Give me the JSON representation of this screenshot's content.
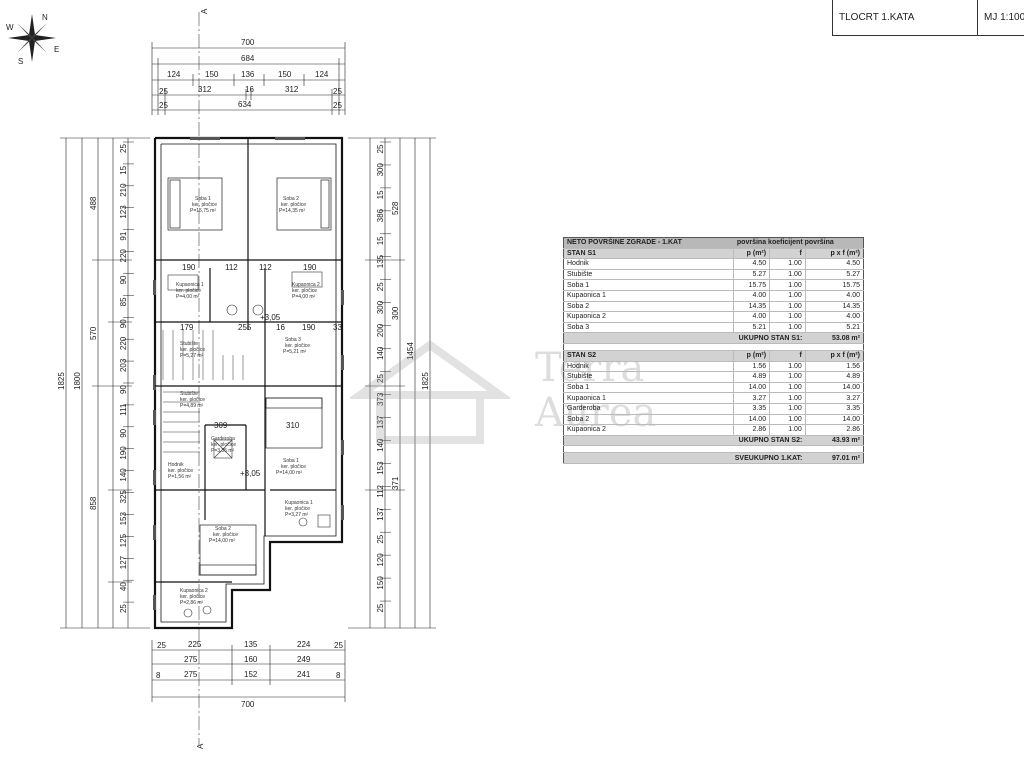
{
  "title_block": {
    "sheet": "TLOCRT 1.KATA",
    "scale": "MJ 1:100"
  },
  "section_marker": "A",
  "compass": {
    "north": "N",
    "south": "S",
    "east": "E",
    "west": "W"
  },
  "top_dims": {
    "row1": "700",
    "row2": "684",
    "row3": [
      "124",
      "150",
      "136",
      "150",
      "124"
    ],
    "row4": [
      "312",
      "16",
      "312"
    ],
    "row5": "634",
    "row4_ends": [
      "25",
      "25"
    ],
    "row5_ends": [
      "25",
      "25"
    ]
  },
  "bottom_dims": {
    "row1": [
      "225",
      "135",
      "224"
    ],
    "row1_ends": [
      "25",
      "25"
    ],
    "row2": [
      "275",
      "160",
      "249"
    ],
    "row3": [
      "275",
      "152",
      "241"
    ],
    "row3_ends": [
      "8",
      "8"
    ],
    "row4": "700"
  },
  "left_dims": {
    "outer": "1825",
    "second": "1800",
    "third": [
      "488",
      "570",
      "858"
    ],
    "inner": [
      "25",
      "15",
      "210",
      "123",
      "91",
      "220",
      "90",
      "85",
      "90",
      "220",
      "203",
      "90",
      "111",
      "90",
      "190",
      "140",
      "325",
      "153",
      "125",
      "127",
      "40",
      "25"
    ]
  },
  "right_dims": {
    "outer": "1825",
    "second": "1454",
    "third": [
      "528",
      "300",
      "371"
    ],
    "inner": [
      "25",
      "300",
      "15",
      "386",
      "15",
      "135",
      "25",
      "300",
      "200",
      "140",
      "25",
      "373",
      "137",
      "140",
      "153",
      "112",
      "137",
      "25",
      "120",
      "150",
      "25"
    ]
  },
  "rooms": {
    "soba1_s1": {
      "name": "Soba 1",
      "floor": "ker. pločice",
      "area": "P=15,75 m²"
    },
    "soba2_s1": {
      "name": "Soba 2",
      "floor": "ker. pločice",
      "area": "P=14,35 m²"
    },
    "kup1_s1": {
      "name": "Kupaonica 1",
      "floor": "ker. pločice",
      "area": "P=4,00 m²"
    },
    "kup2_s1": {
      "name": "Kupaonica 2",
      "floor": "ker. pločice",
      "area": "P=4,00 m²"
    },
    "stub_s1": {
      "name": "Stubište",
      "floor": "ker. pločice",
      "area": "P=5,27 m²"
    },
    "soba3_s1": {
      "name": "Soba 3",
      "floor": "ker. pločice",
      "area": "P=5,21 m²"
    },
    "stub_s2": {
      "name": "Stubište",
      "floor": "ker. pločice",
      "area": "P=4,89 m²"
    },
    "gard_s2": {
      "name": "Garderoba",
      "floor": "ker. pločice",
      "area": "P=3,35 m²"
    },
    "hod_s2": {
      "name": "Hodnik",
      "floor": "ker. pločice",
      "area": "P=1,56 m²"
    },
    "soba1_s2": {
      "name": "Soba 1",
      "floor": "ker. pločice",
      "area": "P=14,00 m²"
    },
    "kup1_s2": {
      "name": "Kupaonica 1",
      "floor": "ker. pločice",
      "area": "P=3,27 m²"
    },
    "soba2_s2": {
      "name": "Soba 2",
      "floor": "ker. pločice",
      "area": "P=14,00 m²"
    },
    "kup2_s2": {
      "name": "Kupaonica 2",
      "floor": "ker. pločice",
      "area": "P=2,86 m²"
    }
  },
  "levels": {
    "top": "+3,05",
    "mid": "+3,05"
  },
  "inner_dims": [
    "190",
    "112",
    "112",
    "190",
    "179",
    "255",
    "16",
    "190",
    "33",
    "310",
    "309"
  ],
  "watermark": {
    "line1": "Terra",
    "line2": "Aurea"
  },
  "table": {
    "header": {
      "title": "NETO POVRŠINE ZGRADE - 1.KAT",
      "col1": "površina",
      "col2": "koeficijent",
      "col3": "površina"
    },
    "stan1": {
      "label": "STAN S1",
      "col_p": "p (m²)",
      "col_f": "f",
      "col_pf": "p x f (m²)",
      "rows": [
        {
          "name": "Hodnik",
          "p": "4.50",
          "f": "1.00",
          "pf": "4.50"
        },
        {
          "name": "Stubište",
          "p": "5.27",
          "f": "1.00",
          "pf": "5.27"
        },
        {
          "name": "Soba 1",
          "p": "15.75",
          "f": "1.00",
          "pf": "15.75"
        },
        {
          "name": "Kupaonica 1",
          "p": "4.00",
          "f": "1.00",
          "pf": "4.00"
        },
        {
          "name": "Soba 2",
          "p": "14.35",
          "f": "1.00",
          "pf": "14.35"
        },
        {
          "name": "Kupaonica 2",
          "p": "4.00",
          "f": "1.00",
          "pf": "4.00"
        },
        {
          "name": "Soba 3",
          "p": "5.21",
          "f": "1.00",
          "pf": "5.21"
        }
      ],
      "total_label": "UKUPNO STAN S1:",
      "total_value": "53.08 m²"
    },
    "stan2": {
      "label": "STAN S2",
      "col_p": "p (m²)",
      "col_f": "f",
      "col_pf": "p x f (m²)",
      "rows": [
        {
          "name": "Hodnik",
          "p": "1.56",
          "f": "1.00",
          "pf": "1.56"
        },
        {
          "name": "Stubište",
          "p": "4.89",
          "f": "1.00",
          "pf": "4.89"
        },
        {
          "name": "Soba 1",
          "p": "14.00",
          "f": "1.00",
          "pf": "14.00"
        },
        {
          "name": "Kupaonica 1",
          "p": "3.27",
          "f": "1.00",
          "pf": "3.27"
        },
        {
          "name": "Garderoba",
          "p": "3.35",
          "f": "1.00",
          "pf": "3.35"
        },
        {
          "name": "Soba 2",
          "p": "14.00",
          "f": "1.00",
          "pf": "14.00"
        },
        {
          "name": "Kupaonica 2",
          "p": "2.86",
          "f": "1.00",
          "pf": "2.86"
        }
      ],
      "total_label": "UKUPNO STAN S2:",
      "total_value": "43.93 m²"
    },
    "grand_label": "SVEUKUPNO 1.KAT:",
    "grand_value": "97.01 m²"
  }
}
